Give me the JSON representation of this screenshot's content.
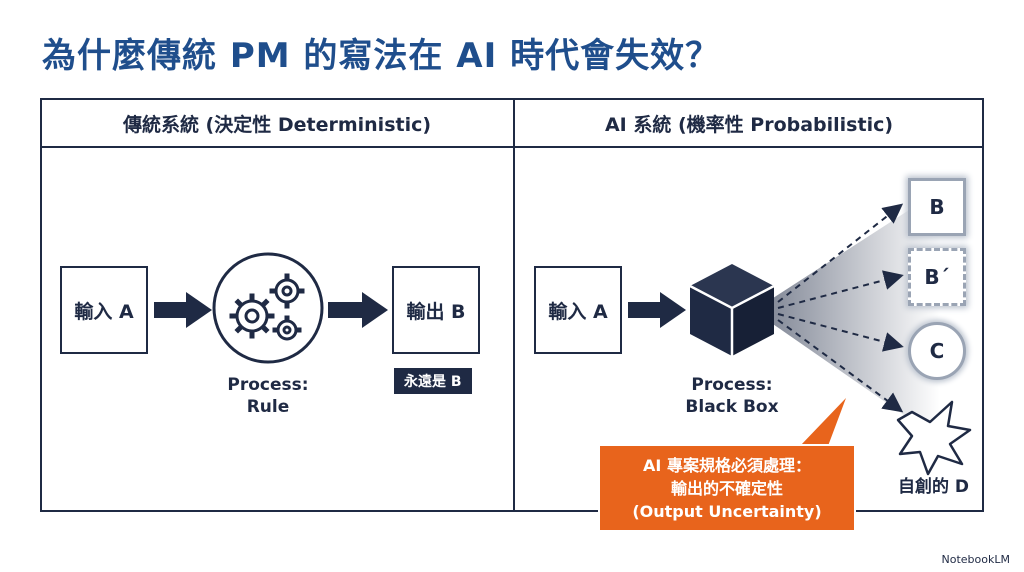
{
  "title": "為什麼傳統 PM 的寫法在 AI 時代會失效？",
  "left_panel": {
    "header": "傳統系統 (決定性 Deterministic)",
    "input_label": "輸入 A",
    "process_line1": "Process:",
    "process_line2": "Rule",
    "output_label": "輸出 B",
    "output_tag": "永遠是 B"
  },
  "right_panel": {
    "header": "AI 系統 (機率性 Probabilistic)",
    "input_label": "輸入 A",
    "process_line1": "Process:",
    "process_line2": "Black Box",
    "outputs": [
      "B",
      "B´",
      "C"
    ],
    "created_label": "自創的 D",
    "callout_line1": "AI 專案規格必須處理：",
    "callout_line2": "輸出的不確定性",
    "callout_line3": "(Output Uncertainty)"
  },
  "brand": "NotebookLM",
  "colors": {
    "title": "#1f4e8c",
    "navy": "#1f2a44",
    "accent": "#e8641c"
  },
  "icons": [
    "arrow-right-icon",
    "gears-icon",
    "black-box-cube-icon",
    "burst-shape-icon"
  ]
}
